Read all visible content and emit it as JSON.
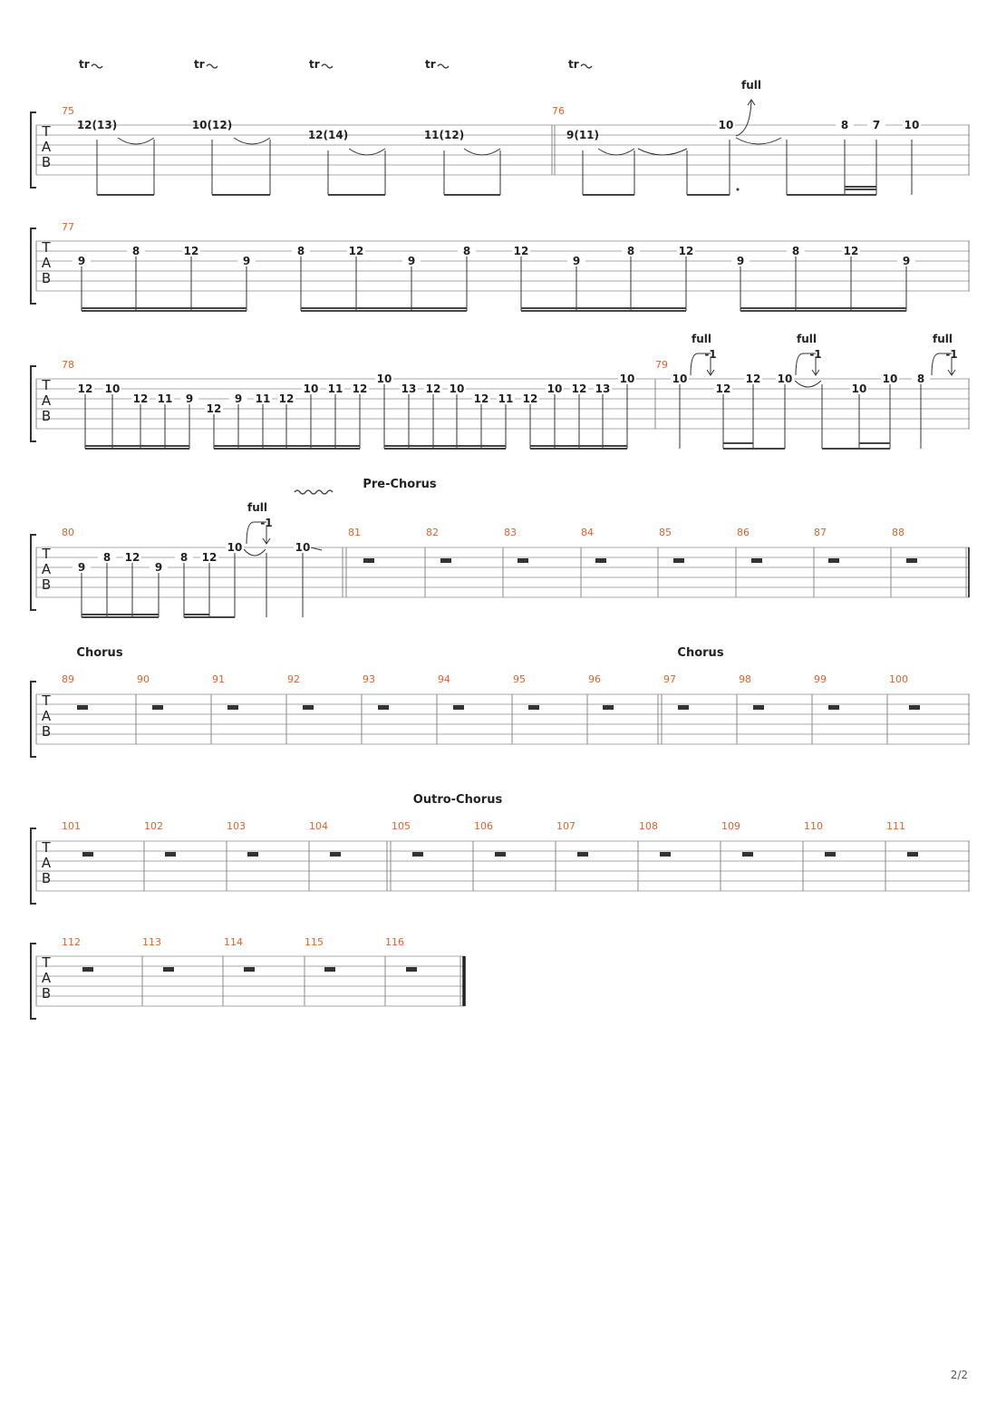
{
  "page_number": "2/2",
  "tab_clef": [
    "T",
    "A",
    "B"
  ],
  "ornament": {
    "trill": "tr",
    "full": "full",
    "minus_one": "-1"
  },
  "sections": {
    "pre_chorus": "Pre-Chorus",
    "chorus_1": "Chorus",
    "chorus_2": "Chorus",
    "outro_chorus": "Outro-Chorus"
  },
  "systems": [
    {
      "measures": [
        "75",
        "76"
      ],
      "notes": [
        "12(13)",
        "10(12)",
        "12(14)",
        "11(12)",
        "9(11)",
        "10",
        "8",
        "7",
        "10"
      ]
    },
    {
      "measures": [
        "77"
      ],
      "notes": [
        "9",
        "8",
        "12",
        "9",
        "8",
        "12",
        "9",
        "8",
        "12",
        "9",
        "8",
        "12",
        "9",
        "8",
        "12",
        "9"
      ]
    },
    {
      "measures": [
        "78",
        "79"
      ],
      "notes": [
        "12",
        "10",
        "12",
        "11",
        "9",
        "12",
        "9",
        "11",
        "12",
        "10",
        "11",
        "12",
        "10",
        "13",
        "12",
        "10",
        "12",
        "11",
        "12",
        "10",
        "12",
        "13",
        "10",
        "10",
        "12",
        "12",
        "10",
        "10",
        "10",
        "8"
      ]
    },
    {
      "measures": [
        "80",
        "81",
        "82",
        "83",
        "84",
        "85",
        "86",
        "87",
        "88"
      ],
      "notes": [
        "9",
        "8",
        "12",
        "9",
        "8",
        "12",
        "10",
        "10"
      ]
    },
    {
      "measures": [
        "89",
        "90",
        "91",
        "92",
        "93",
        "94",
        "95",
        "96",
        "97",
        "98",
        "99",
        "100"
      ],
      "notes": []
    },
    {
      "measures": [
        "101",
        "102",
        "103",
        "104",
        "105",
        "106",
        "107",
        "108",
        "109",
        "110",
        "111"
      ],
      "notes": []
    },
    {
      "measures": [
        "112",
        "113",
        "114",
        "115",
        "116"
      ],
      "notes": []
    }
  ]
}
